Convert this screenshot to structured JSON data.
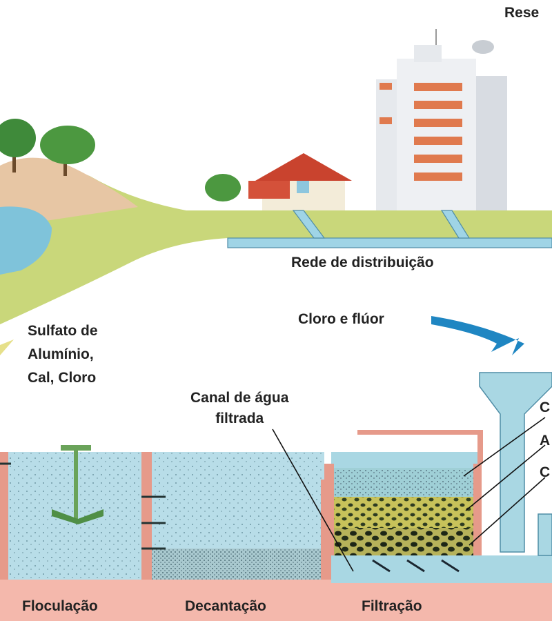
{
  "labels": {
    "reservatorio": "Rese",
    "rede": "Rede de distribuição",
    "cloro_fluor": "Cloro e flúor",
    "quimicos": [
      "Sulfato de",
      "Alumínio,",
      "Cal, Cloro"
    ],
    "canal": [
      "Canal de água",
      "filtrada"
    ],
    "camadas": [
      "C",
      "A",
      "C"
    ],
    "etapas": [
      "Floculação",
      "Decantação",
      "Filtração"
    ]
  }
}
